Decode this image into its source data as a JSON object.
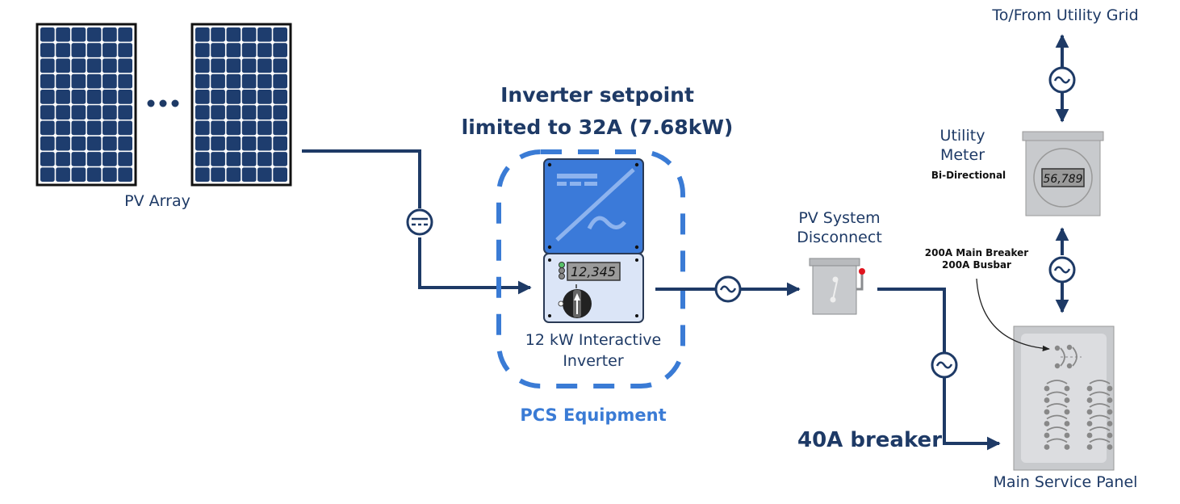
{
  "diagram": {
    "title": "Inverter setpoint limited to 32A (7.68kW)",
    "labels": {
      "setpoint_line1": "Inverter setpoint",
      "setpoint_line2": "limited to 32A (7.68kW)",
      "pv_array": "PV Array",
      "inverter_line1": "12 kW Interactive",
      "inverter_line2": "Inverter",
      "pcs_equipment": "PCS Equipment",
      "disconnect_line1": "PV System",
      "disconnect_line2": "Disconnect",
      "utility_grid": "To/From Utility Grid",
      "meter_line1": "Utility",
      "meter_line2": "Meter",
      "meter_type": "Bi-Directional",
      "main_breaker": "200A Main Breaker",
      "busbar": "200A Busbar",
      "breaker_40a": "40A breaker",
      "main_service_panel": "Main Service Panel"
    },
    "readouts": {
      "inverter_display": "12,345",
      "meter_display": "56,789"
    },
    "symbols": {
      "dc_symbol": "dc-current-icon",
      "ac_symbol": "ac-current-icon",
      "ellipsis": "•••"
    },
    "panel": {
      "columns": 6,
      "rows": 10
    },
    "colors": {
      "line": "#1e3a66",
      "pcs_accent": "#3a7bd5",
      "inverter_body": "#3b7ad9",
      "inverter_lower": "#dbe5f7",
      "cell": "#1e3d6e",
      "device_gray": "#c8cacd",
      "led_on": "#57c26a",
      "handle_red": "#e0141e"
    }
  }
}
